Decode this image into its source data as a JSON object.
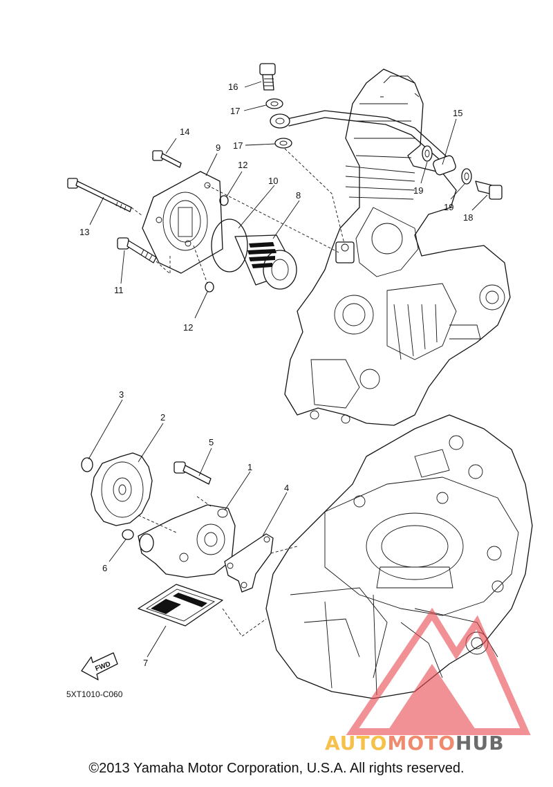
{
  "diagram_code": "5XT1010-C060",
  "fwd_label": "FWD",
  "copyright": "©2013 Yamaha Motor Corporation, U.S.A. All rights reserved.",
  "watermark": {
    "part1": "AUTO",
    "part2": "MOTO",
    "part3": "HUB",
    "color_auto": "#f6c14b",
    "color_moto": "#f08a6e",
    "color_hub": "#6b6b6b",
    "logo_color": "#e8494f"
  },
  "callouts": {
    "c1": "1",
    "c2": "2",
    "c3": "3",
    "c4": "4",
    "c5": "5",
    "c6": "6",
    "c7": "7",
    "c8": "8",
    "c9": "9",
    "c10": "10",
    "c11": "11",
    "c12a": "12",
    "c12b": "12",
    "c13": "13",
    "c14": "14",
    "c15": "15",
    "c16": "16",
    "c17a": "17",
    "c17b": "17",
    "c18": "18",
    "c19a": "19",
    "c19b": "19"
  }
}
